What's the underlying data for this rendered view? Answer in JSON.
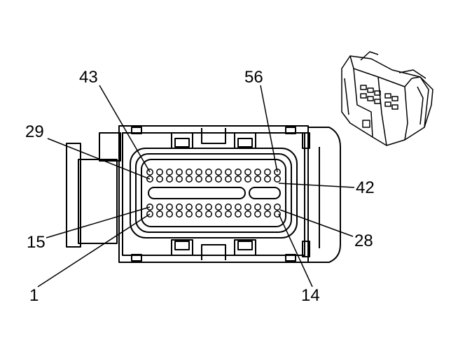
{
  "pin_labels": {
    "p43": "43",
    "p56": "56",
    "p29": "29",
    "p42": "42",
    "p15": "15",
    "p28": "28",
    "p1": "1",
    "p14": "14"
  },
  "pin_rows": [
    14,
    14,
    14,
    14
  ],
  "colors": {
    "line": "#000000",
    "background": "#ffffff"
  }
}
